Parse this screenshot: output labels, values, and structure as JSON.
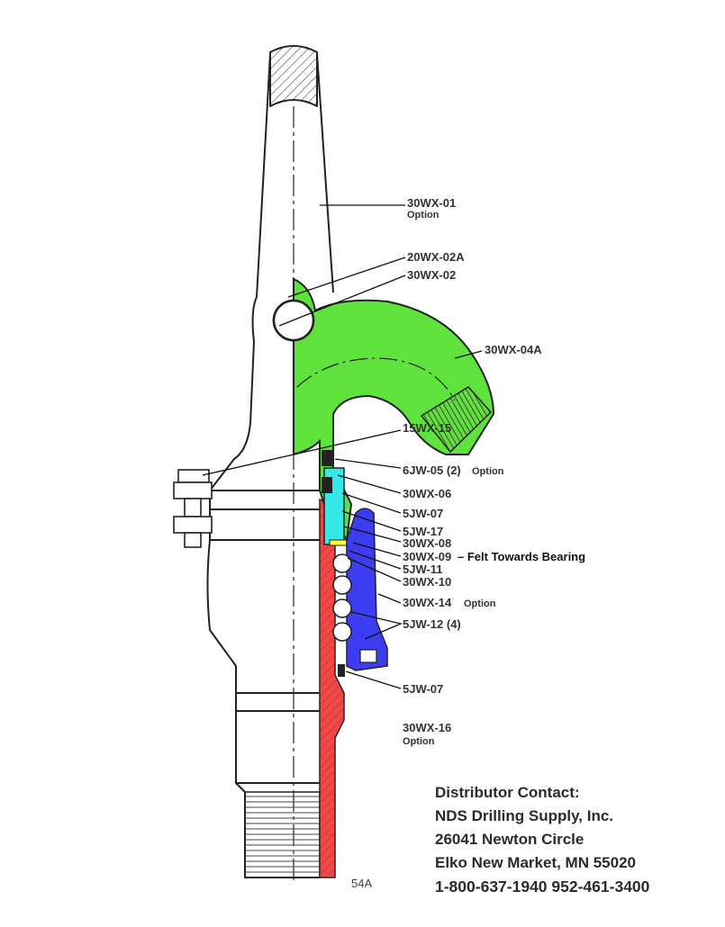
{
  "colors": {
    "gooseneck": "#5fe23c",
    "packing_box": "#36e8e8",
    "bearing_housing": "#3c3cf0",
    "stem": "#f04848",
    "felt": "#ffff33",
    "line": "#222222"
  },
  "callouts": [
    {
      "id": "c1",
      "part": "30WX-01",
      "note": "Option"
    },
    {
      "id": "c2",
      "part": "20WX-02A",
      "note": ""
    },
    {
      "id": "c3",
      "part": "30WX-02",
      "note": ""
    },
    {
      "id": "c4",
      "part": "30WX-04A",
      "note": ""
    },
    {
      "id": "c5",
      "part": "15WX-15",
      "note": ""
    },
    {
      "id": "c6",
      "part": "6JW-05 (2)",
      "note": "Option"
    },
    {
      "id": "c7",
      "part": "30WX-06",
      "note": ""
    },
    {
      "id": "c8",
      "part": "5JW-07",
      "note": ""
    },
    {
      "id": "c9",
      "part": "5JW-17",
      "note": ""
    },
    {
      "id": "c10",
      "part": "30WX-08",
      "note": ""
    },
    {
      "id": "c11",
      "part": "30WX-09",
      "note": "– Felt Towards Bearing"
    },
    {
      "id": "c12",
      "part": "5JW-11",
      "note": ""
    },
    {
      "id": "c13",
      "part": "30WX-10",
      "note": ""
    },
    {
      "id": "c14",
      "part": "30WX-14",
      "note": "Option"
    },
    {
      "id": "c15",
      "part": "5JW-12 (4)",
      "note": ""
    },
    {
      "id": "c16",
      "part": "5JW-07",
      "note": ""
    },
    {
      "id": "c17",
      "part": "30WX-16",
      "note": "Option"
    }
  ],
  "page_number": "54A",
  "contact": {
    "heading": "Distributor Contact:",
    "company": "NDS Drilling Supply, Inc.",
    "street": "26041 Newton Circle",
    "city": "Elko New Market, MN 55020",
    "phone": "1-800-637-1940  952-461-3400"
  }
}
